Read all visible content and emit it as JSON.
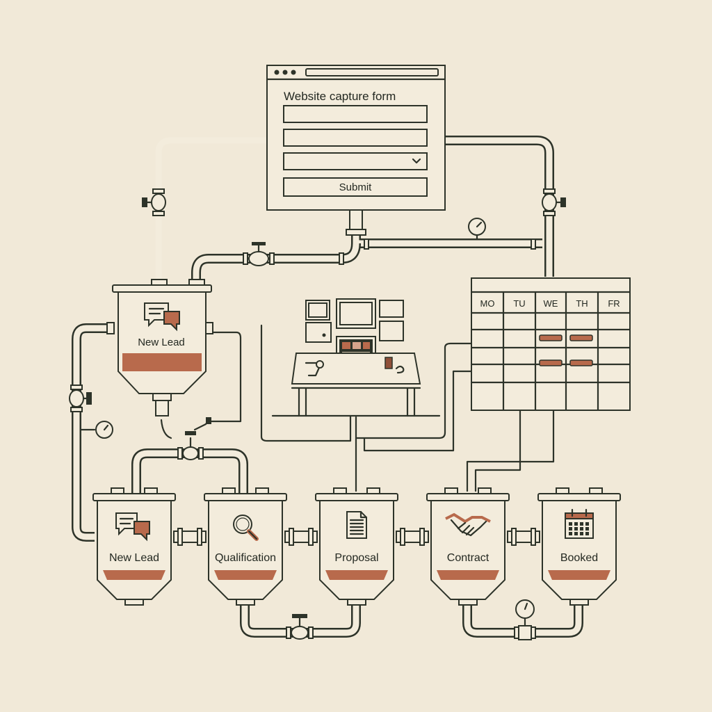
{
  "form": {
    "title": "Website capture form",
    "submit_label": "Submit"
  },
  "calendar": {
    "days": [
      "MO",
      "TU",
      "WE",
      "TH",
      "FR"
    ]
  },
  "intake_tank": {
    "label": "New Lead"
  },
  "stages": [
    {
      "label": "New Lead",
      "icon": "chat-bubbles-icon"
    },
    {
      "label": "Qualification",
      "icon": "magnifier-icon"
    },
    {
      "label": "Proposal",
      "icon": "document-icon"
    },
    {
      "label": "Contract",
      "icon": "handshake-icon"
    },
    {
      "label": "Booked",
      "icon": "calendar-icon"
    }
  ],
  "colors": {
    "background": "#f1e9d8",
    "ink": "#2d3329",
    "accent": "#b86a4c"
  }
}
